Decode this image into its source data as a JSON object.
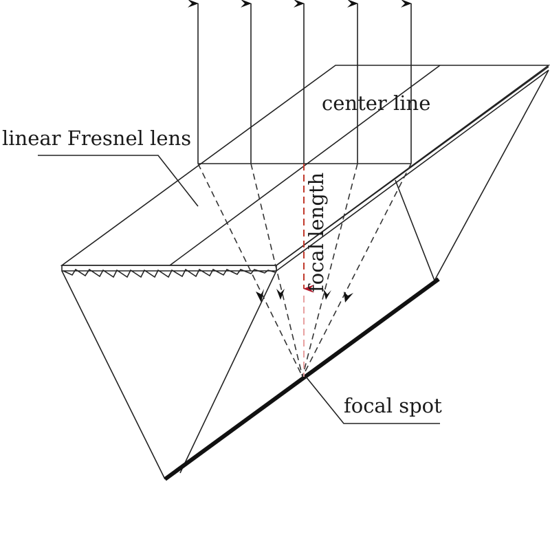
{
  "labels": {
    "center_line": "center line",
    "lens": "linear Fresnel lens",
    "focal_length": "focal length",
    "focal_spot": "focal spot"
  },
  "colors": {
    "stroke": "#222222",
    "focal_length_line": "#c0392b",
    "absorber": "#111111"
  }
}
